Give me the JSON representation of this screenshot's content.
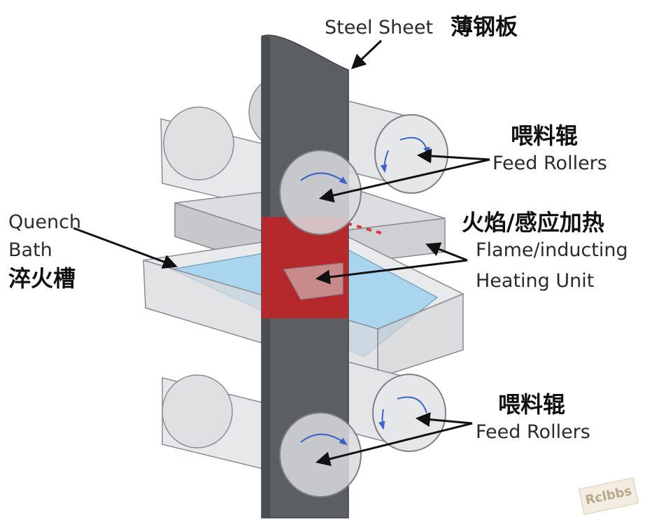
{
  "labels": {
    "steel_sheet_en": "Steel Sheet",
    "steel_sheet_zh": "薄钢板",
    "feed_rollers_top_zh": "喂料辊",
    "feed_rollers_top_en": "Feed Rollers",
    "heating_zh": "火焰/感应加热",
    "heating_en_line1": "Flame/inducting",
    "heating_en_line2": "Heating Unit",
    "quench_en_line1": "Quench",
    "quench_en_line2": "Bath",
    "quench_zh": "淬火槽",
    "feed_rollers_bottom_zh": "喂料辊",
    "feed_rollers_bottom_en": "Feed Rollers"
  },
  "watermark": "Rclbbs",
  "colors": {
    "sheet": "#5b5e62",
    "sheet_edge": "#3d4044",
    "heated_zone": "#b5282b",
    "water": "#a9d6ee",
    "roller_fill": "#e2e3e5",
    "arrow_blue": "#3a63c9"
  }
}
